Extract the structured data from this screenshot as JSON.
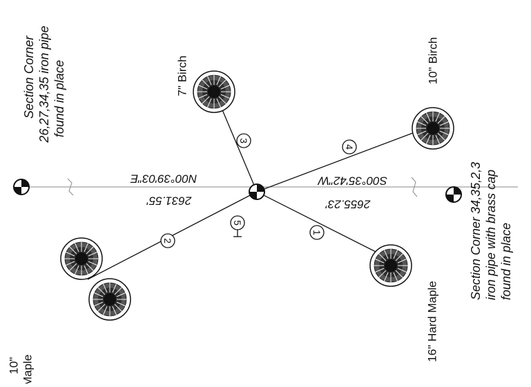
{
  "corners": {
    "top": {
      "line1": "Section Corner",
      "line2": "26,27,34,35 iron pipe",
      "line3": "found in place"
    },
    "bottom": {
      "line1": "Section Corner 34,35,2,3",
      "line2": "iron pipe with brass cap",
      "line3": "found in place"
    }
  },
  "bearings": {
    "north_bearing": "N00°39'03\"E",
    "north_distance": "2631.55'",
    "south_bearing": "S00°35'42\"W",
    "south_distance": "2655.23'"
  },
  "trees": {
    "t1": {
      "number": "1",
      "label": "16\" Hard Maple"
    },
    "t2": {
      "number": "2",
      "label_line1": "10\"",
      "label_line2": "Maple"
    },
    "t3": {
      "number": "3",
      "label": "7\"  Birch"
    },
    "t4": {
      "number": "4",
      "label": "10\" Birch"
    }
  },
  "center": {
    "number": "5"
  },
  "colors": {
    "ink": "#111111",
    "tree_fill": "#3a3a3a",
    "section_line": "#888888"
  }
}
